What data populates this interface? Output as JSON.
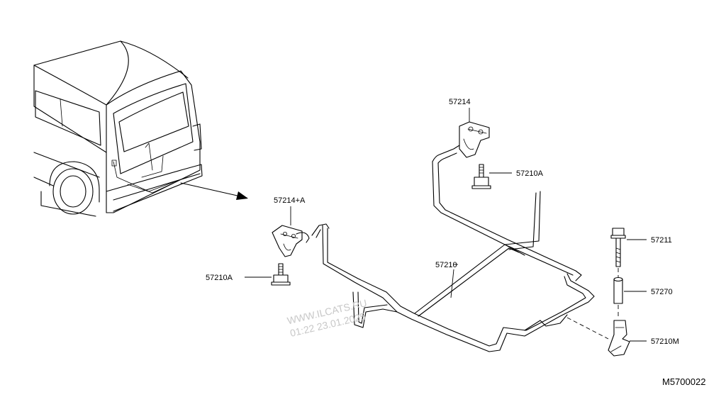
{
  "diagram": {
    "code": "M5700022",
    "watermark": {
      "line1": "WWW.ILCATS.RU",
      "line2": "01:22 23.01.2025"
    },
    "callouts": [
      {
        "id": "p57214",
        "text": "57214"
      },
      {
        "id": "p57214a",
        "text": "57214+A"
      },
      {
        "id": "p57210a_right",
        "text": "57210A"
      },
      {
        "id": "p57210a_left",
        "text": "57210A"
      },
      {
        "id": "p57210",
        "text": "57210"
      },
      {
        "id": "p57211",
        "text": "57211"
      },
      {
        "id": "p57270",
        "text": "57270"
      },
      {
        "id": "p57210m",
        "text": "57210M"
      }
    ]
  }
}
